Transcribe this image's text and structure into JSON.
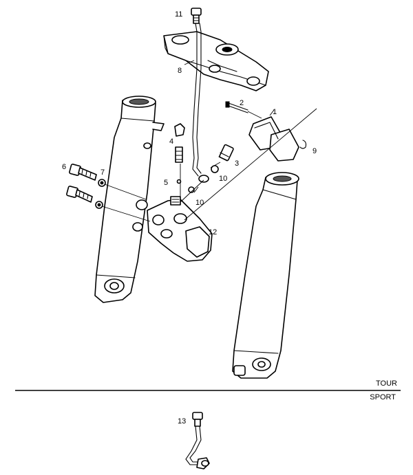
{
  "callouts": {
    "c1": "1",
    "c2": "2",
    "c3": "3",
    "c4": "4",
    "c5": "5",
    "c6": "6",
    "c7": "7",
    "c8": "8",
    "c9": "9",
    "c10a": "10",
    "c10b": "10",
    "c11": "11",
    "c12": "12",
    "c13": "13"
  },
  "sections": {
    "upper": "TOUR",
    "lower": "SPORT"
  },
  "colors": {
    "line": "#000000",
    "background": "#ffffff"
  }
}
